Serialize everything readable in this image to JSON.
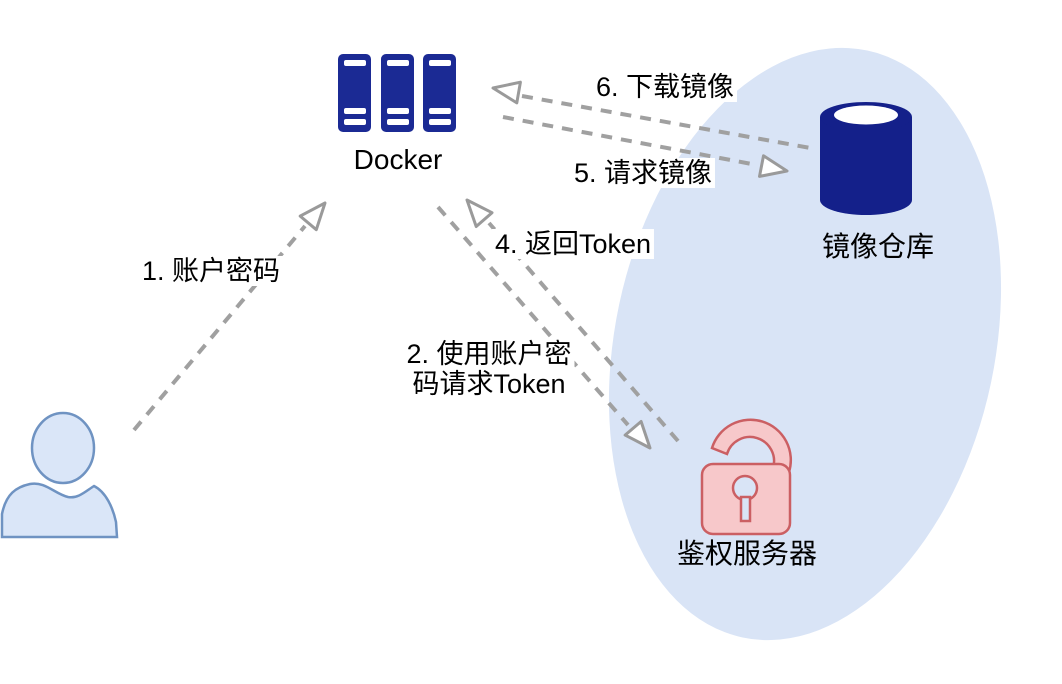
{
  "diagram": {
    "description": "Docker registry token authentication flow",
    "nodes": {
      "user": {
        "label": ""
      },
      "docker": {
        "label": "Docker"
      },
      "registry": {
        "label": "镜像仓库"
      },
      "auth_server": {
        "label": "鉴权服务器"
      }
    },
    "steps": {
      "step1": "1. 账户密码",
      "step2_line1": "2. 使用账户密",
      "step2_line2": "码请求Token",
      "step4": "4. 返回Token",
      "step5": "5. 请求镜像",
      "step6": "6. 下载镜像"
    },
    "flows": [
      {
        "id": 1,
        "from": "user",
        "to": "docker",
        "label": "1. 账户密码"
      },
      {
        "id": 2,
        "from": "docker",
        "to": "auth_server",
        "label": "2. 使用账户密码请求Token"
      },
      {
        "id": 4,
        "from": "auth_server",
        "to": "docker",
        "label": "4. 返回Token"
      },
      {
        "id": 5,
        "from": "docker",
        "to": "registry",
        "label": "5. 请求镜像"
      },
      {
        "id": 6,
        "from": "registry",
        "to": "docker",
        "label": "6. 下载镜像"
      }
    ],
    "colors": {
      "navy": "#1b2a94",
      "navy_dark": "#14208a",
      "ellipse_bg": "#d9e4f6",
      "person_fill": "#dae6f8",
      "person_stroke": "#6f93c2",
      "lock_fill": "#f7c8ca",
      "lock_stroke": "#cb5f63",
      "arrow_gray": "#a0a0a0",
      "head_gray": "#9a9a9a",
      "text": "#000000",
      "background": "#ffffff"
    }
  }
}
